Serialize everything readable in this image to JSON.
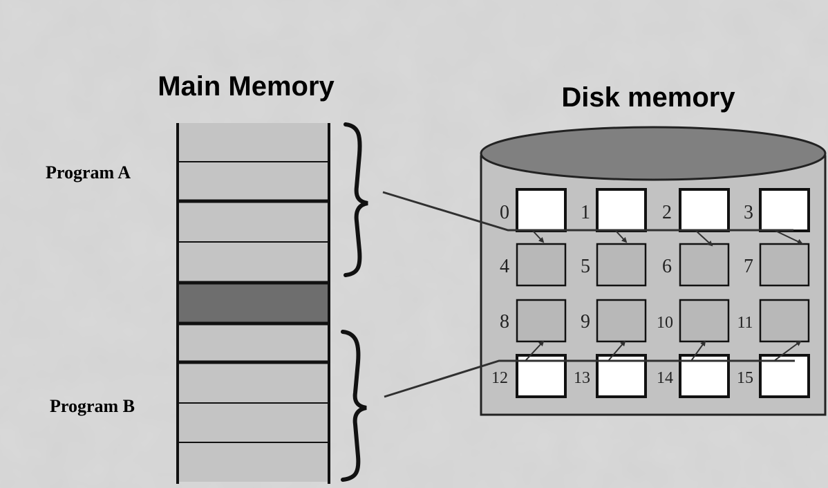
{
  "main_memory": {
    "title": "Main Memory",
    "program_a_label": "Program A",
    "program_b_label": "Program B"
  },
  "disk_memory": {
    "title": "Disk memory",
    "blocks": [
      "0",
      "1",
      "2",
      "3",
      "4",
      "5",
      "6",
      "7",
      "8",
      "9",
      "10",
      "11",
      "12",
      "13",
      "14",
      "15"
    ]
  },
  "colors": {
    "background": "#d9d9d9",
    "memory_slot": "#c4c4c4",
    "memory_slot_used": "#6e6e6e",
    "disk_body": "#c2c2c2",
    "disk_top": "#808080",
    "block_fill": "#b8b8b8",
    "block_empty": "#ffffff",
    "line": "#303030"
  }
}
